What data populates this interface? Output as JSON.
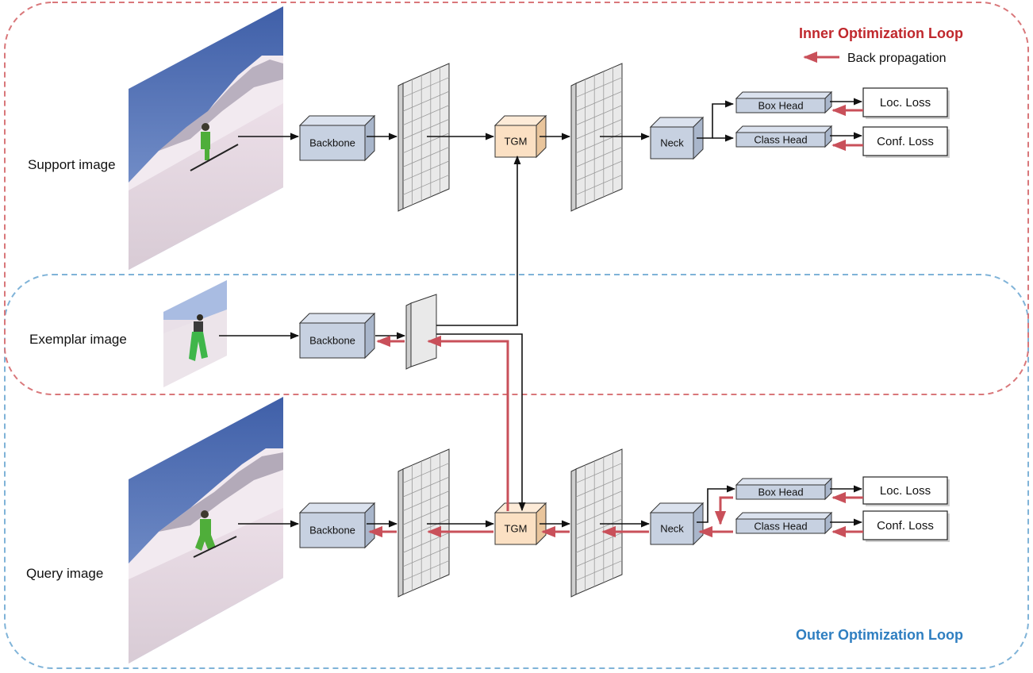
{
  "loops": {
    "inner_title": "Inner Optimization Loop",
    "outer_title": "Outer Optimization Loop",
    "inner_color": "#c0282d",
    "outer_color": "#2f7fc1",
    "inner_dash_color": "#d9777a",
    "outer_dash_color": "#7fb3d8"
  },
  "legend": {
    "back_propagation": "Back propagation",
    "arrow_color": "#c9505a"
  },
  "inputs": {
    "support": "Support image",
    "exemplar": "Exemplar image",
    "query": "Query image"
  },
  "modules": {
    "backbone": "Backbone",
    "tgm": "TGM",
    "neck": "Neck",
    "box_head": "Box Head",
    "class_head": "Class Head",
    "loc_loss": "Loc. Loss",
    "conf_loss": "Conf. Loss"
  },
  "colors": {
    "module_fill": "#c7d1e1",
    "module_top": "#dbe2ee",
    "module_side": "#a9b6cb",
    "tgm_fill": "#fbe0c3",
    "tgm_top": "#fdebd8",
    "tgm_side": "#e9c59c",
    "feature_fill": "#e9e9e9",
    "forward_arrow": "#111111",
    "back_arrow": "#c9505a"
  }
}
